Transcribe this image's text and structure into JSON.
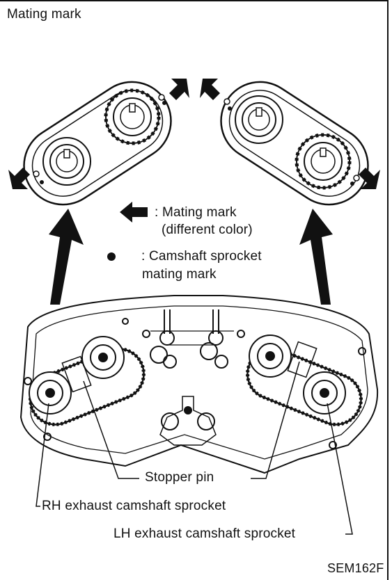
{
  "title": "Mating mark",
  "legend": {
    "arrow_label_line1": ": Mating mark",
    "arrow_label_line2": "(different color)",
    "dot_label_line1": ": Camshaft sprocket",
    "dot_label_line2": "mating mark"
  },
  "callouts": {
    "stopper_pin": "Stopper pin",
    "rh_exhaust": "RH exhaust camshaft sprocket",
    "lh_exhaust": "LH exhaust camshaft sprocket"
  },
  "figure_code": "SEM162F"
}
